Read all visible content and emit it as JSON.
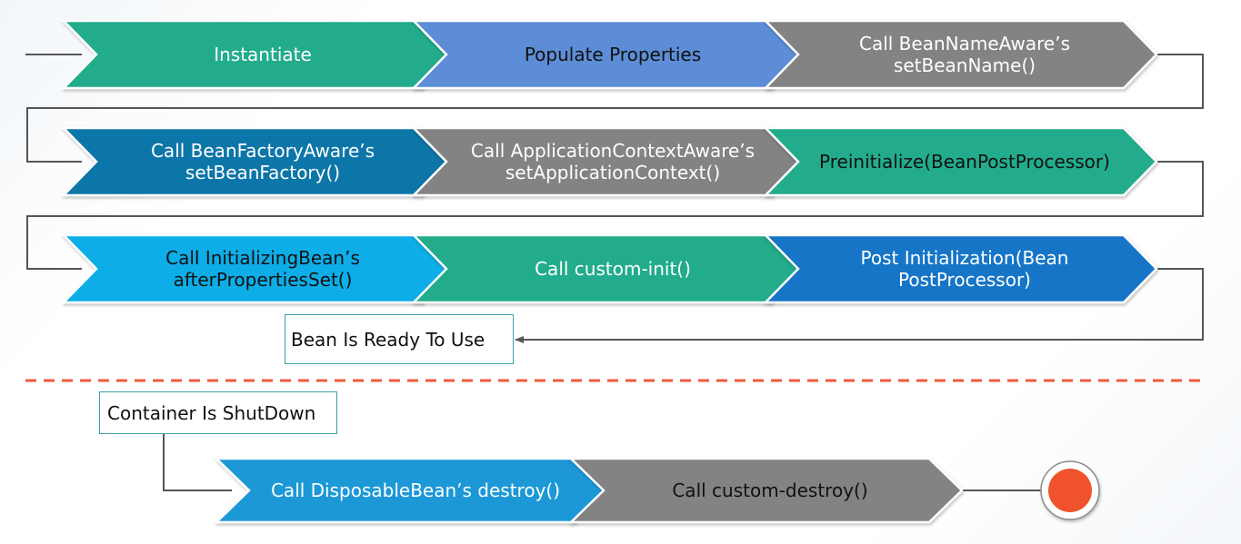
{
  "colors": {
    "teal": "#22ac8b",
    "blue": "#5b8dd6",
    "gray": "#838383",
    "navy": "#0b76a8",
    "sky": "#0aaee8",
    "royal": "#1774c7",
    "azure": "#1c98d7",
    "connector": "#555555",
    "divider": "#ef5a3c",
    "end_fill": "#f0522d",
    "end_ring": "#8a8a8a"
  },
  "rows": [
    {
      "steps": [
        {
          "name": "instantiate",
          "lines": [
            "Instantiate"
          ],
          "color": "teal",
          "text": "light"
        },
        {
          "name": "populate-properties",
          "lines": [
            "Populate Properties"
          ],
          "color": "blue",
          "text": "dark"
        },
        {
          "name": "bean-name-aware",
          "lines": [
            "Call BeanNameAware’s",
            "setBeanName()"
          ],
          "color": "gray",
          "text": "light"
        }
      ]
    },
    {
      "steps": [
        {
          "name": "bean-factory-aware",
          "lines": [
            "Call BeanFactoryAware’s",
            "setBeanFactory()"
          ],
          "color": "navy",
          "text": "light"
        },
        {
          "name": "application-context-aware",
          "lines": [
            "Call ApplicationContextAware’s",
            "setApplicationContext()"
          ],
          "color": "gray",
          "text": "light"
        },
        {
          "name": "preinitialize",
          "lines": [
            "Preinitialize(BeanPostProcessor)"
          ],
          "color": "teal",
          "text": "dark"
        }
      ]
    },
    {
      "steps": [
        {
          "name": "initializing-bean",
          "lines": [
            "Call InitializingBean’s",
            "afterPropertiesSet()"
          ],
          "color": "sky",
          "text": "dark"
        },
        {
          "name": "custom-init",
          "lines": [
            "Call custom-init()"
          ],
          "color": "teal",
          "text": "light"
        },
        {
          "name": "post-initialization",
          "lines": [
            "Post Initialization(Bean",
            "PostProcessor)"
          ],
          "color": "royal",
          "text": "light"
        }
      ]
    }
  ],
  "ready_label": "Bean Is Ready To Use",
  "shutdown_label": "Container Is ShutDown",
  "destroy_steps": [
    {
      "name": "disposable-bean",
      "lines": [
        "Call DisposableBean’s destroy()"
      ],
      "color": "azure",
      "text": "light"
    },
    {
      "name": "custom-destroy",
      "lines": [
        "Call custom-destroy()"
      ],
      "color": "gray",
      "text": "dark"
    }
  ]
}
